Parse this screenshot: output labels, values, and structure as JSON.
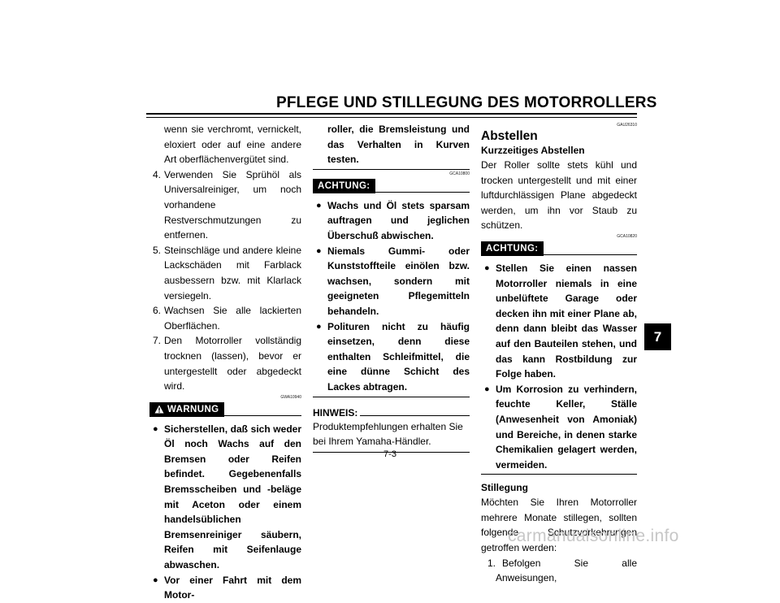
{
  "header": {
    "title": "PFLEGE UND STILLEGUNG DES MOTORROLLERS"
  },
  "col1": {
    "intro": "wenn sie verchromt, vernickelt, eloxiert oder auf eine andere Art oberflächenvergütet sind.",
    "steps": [
      {
        "num": "4.",
        "text": "Verwenden Sie Sprühöl als Universalreiniger, um noch vorhandene Restverschmutzungen zu entfernen."
      },
      {
        "num": "5.",
        "text": "Steinschläge und andere kleine Lackschäden mit Farblack ausbessern bzw. mit Klarlack versiegeln."
      },
      {
        "num": "6.",
        "text": "Wachsen Sie alle lackierten Oberflächen."
      },
      {
        "num": "7.",
        "text": "Den Motorroller vollständig trocknen (lassen), bevor er untergestellt oder abgedeckt wird."
      }
    ],
    "warning_code": "GWA10940",
    "warning_label": "WARNUNG",
    "warning_bullets": [
      "Sicherstellen, daß sich weder Öl noch Wachs auf den Bremsen oder Reifen befindet. Gegebenenfalls Bremsscheiben und -beläge mit Aceton oder einem handelsüblichen Bremsenreiniger säubern, Reifen mit Seifenlauge abwaschen.",
      "Vor einer Fahrt mit dem Motor-"
    ]
  },
  "col2": {
    "continued": "roller, die Bremsleistung und das Verhalten in Kurven testen.",
    "caution_code": "GCA10800",
    "caution_label": "ACHTUNG:",
    "caution_bullets": [
      "Wachs und Öl stets sparsam auftragen und jeglichen Überschuß abwischen.",
      "Niemals Gummi- oder Kunststoffteile einölen bzw. wachsen, sondern mit geeigneten Pflegemitteln behandeln.",
      "Polituren nicht zu häufig einsetzen, denn diese enthalten Schleifmittel, die eine dünne Schicht des Lackes abtragen."
    ],
    "note_label": "HINWEIS:",
    "note_text": "Produktempfehlungen erhalten Sie bei Ihrem Yamaha-Händler."
  },
  "col3": {
    "section_code": "GAU26310",
    "section_title": "Abstellen",
    "sub1": "Kurzzeitiges Abstellen",
    "sub1_text": "Der Roller sollte stets kühl und trocken untergestellt und mit einer luftdurchlässigen Plane abgedeckt werden, um ihn vor Staub zu schützen.",
    "caution_code": "GCA10820",
    "caution_label": "ACHTUNG:",
    "caution_bullets": [
      "Stellen Sie einen nassen Motorroller niemals in eine unbelüftete Garage oder decken ihn mit einer Plane ab, denn dann bleibt das Wasser auf den Bauteilen stehen, und das kann Rostbildung zur Folge haben.",
      "Um Korrosion zu verhindern, feuchte Keller, Ställe (Anwesenheit von Amoniak) und Bereiche, in denen starke Chemikalien gelagert werden, vermeiden."
    ],
    "sub2": "Stillegung",
    "sub2_text": "Möchten Sie Ihren Motorroller mehrere Monate stillegen, sollten folgende Schutzvorkehrungen getroffen werden:",
    "step1_num": "1.",
    "step1_text": "Befolgen Sie alle Anweisungen,"
  },
  "chapter_tab": "7",
  "page_number": "7-3",
  "watermark": "carmanualsonline.info"
}
